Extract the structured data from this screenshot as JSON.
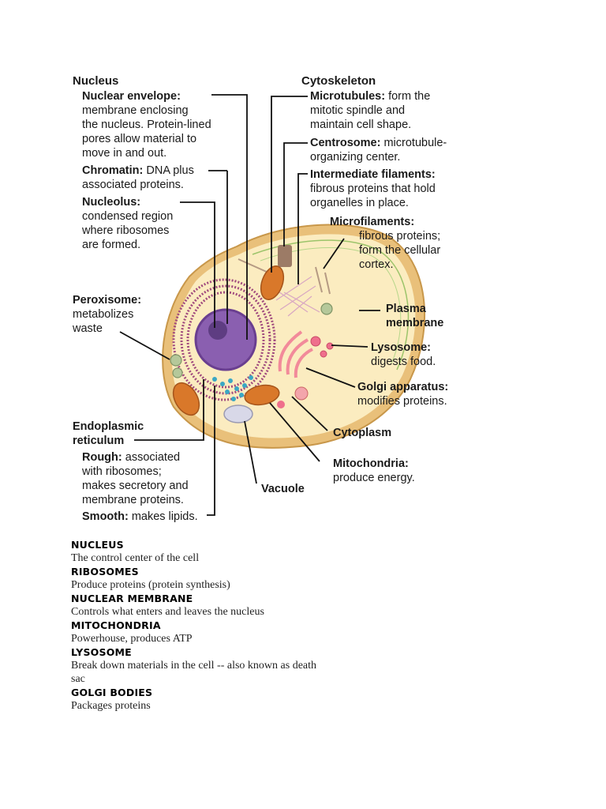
{
  "labels": {
    "nucleus": {
      "title": "Nucleus"
    },
    "nuclear_envelope": {
      "term": "Nuclear envelope:",
      "lines": [
        "membrane enclosing",
        "the nucleus. Protein-lined",
        "pores allow material to",
        "move in and out."
      ]
    },
    "chromatin": {
      "term": "Chromatin:",
      "text": " DNA plus",
      "lines": [
        "associated proteins."
      ]
    },
    "nucleolus": {
      "term": "Nucleolus:",
      "lines": [
        "condensed region",
        "where ribosomes",
        "are formed."
      ]
    },
    "cytoskeleton": {
      "title": "Cytoskeleton"
    },
    "microtubules": {
      "term": "Microtubules:",
      "text": " form the",
      "lines": [
        "mitotic spindle and",
        "maintain cell shape."
      ]
    },
    "centrosome": {
      "term": "Centrosome:",
      "text": " microtubule-",
      "lines": [
        "organizing center."
      ]
    },
    "intermediate_filaments": {
      "term": "Intermediate filaments:",
      "lines": [
        "fibrous proteins that hold",
        "organelles in place."
      ]
    },
    "microfilaments": {
      "term": "Microfilaments:",
      "lines": [
        "fibrous proteins;",
        "form the cellular",
        "cortex."
      ]
    },
    "peroxisome": {
      "term": "Peroxisome:",
      "lines": [
        "metabolizes",
        "waste"
      ]
    },
    "plasma_membrane": {
      "lines": [
        "Plasma",
        "membrane"
      ]
    },
    "lysosome": {
      "term": "Lysosome:",
      "lines": [
        "digests food."
      ]
    },
    "golgi": {
      "term": "Golgi apparatus:",
      "lines": [
        "modifies proteins."
      ]
    },
    "cytoplasm": {
      "term": "Cytoplasm"
    },
    "mitochondria": {
      "term": "Mitochondria:",
      "lines": [
        "produce energy."
      ]
    },
    "vacuole": {
      "term": "Vacuole"
    },
    "er": {
      "lines": [
        "Endoplasmic",
        "reticulum"
      ]
    },
    "rough": {
      "term": "Rough:",
      "text": " associated",
      "lines": [
        "with ribosomes;",
        "makes secretory and",
        "membrane proteins."
      ]
    },
    "smooth": {
      "term": "Smooth:",
      "text": " makes lipids."
    }
  },
  "notes": [
    {
      "title": "Nucleus",
      "text": "The control center of the cell"
    },
    {
      "title": "Ribosomes",
      "text": "Produce proteins (protein synthesis)"
    },
    {
      "title": "Nuclear Membrane",
      "text": "Controls what enters and leaves the nucleus"
    },
    {
      "title": "Mitochondria",
      "text": "Powerhouse, produces ATP"
    },
    {
      "title": "Lysosome",
      "text": "Break down materials in the cell -- also known as death sac"
    },
    {
      "title": "Golgi Bodies",
      "text": "Packages proteins"
    }
  ],
  "colors": {
    "cytoplasm": "#fbecc0",
    "membrane": "#e9c07a",
    "nucleus": "#8a5fb0",
    "rough_er": "#a14b7e",
    "mitochondria": "#d9782a",
    "golgi": "#f28a9a",
    "smooth_er": "#3aa7c4",
    "leader_lines": "#111111"
  }
}
